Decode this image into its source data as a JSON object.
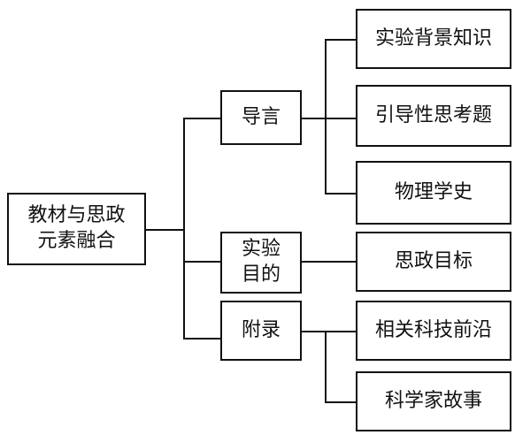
{
  "root": {
    "label": "教材与思政\n元素融合"
  },
  "branches": [
    {
      "label": "导言",
      "children": [
        "实验背景知识",
        "引导性思考题",
        "物理学史"
      ]
    },
    {
      "label": "实验\n目的",
      "children": [
        "思政目标"
      ]
    },
    {
      "label": "附录",
      "children": [
        "相关科技前沿",
        "科学家故事"
      ]
    }
  ]
}
